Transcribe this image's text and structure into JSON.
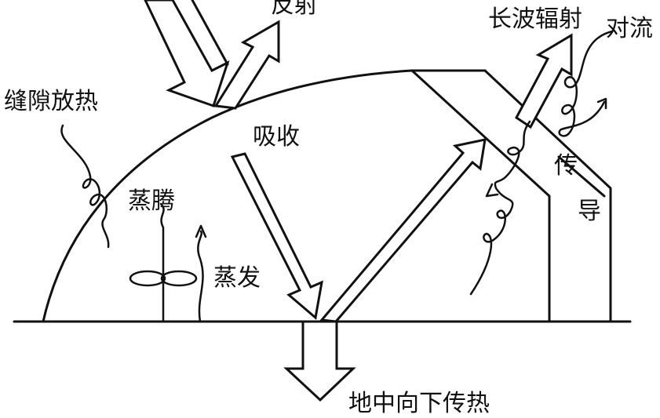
{
  "labels": {
    "reflection": "反射",
    "longwave_radiation": "长波辐射",
    "convection": "对流",
    "gap_heat_loss": "缝隙放热",
    "absorption": "吸收",
    "transpiration": "蒸腾",
    "evaporation": "蒸发",
    "conduction_1": "传",
    "conduction_2": "导",
    "ground_heat_transfer": "地中向下传热"
  },
  "colors": {
    "ink": "#111111",
    "background": "#ffffff"
  }
}
